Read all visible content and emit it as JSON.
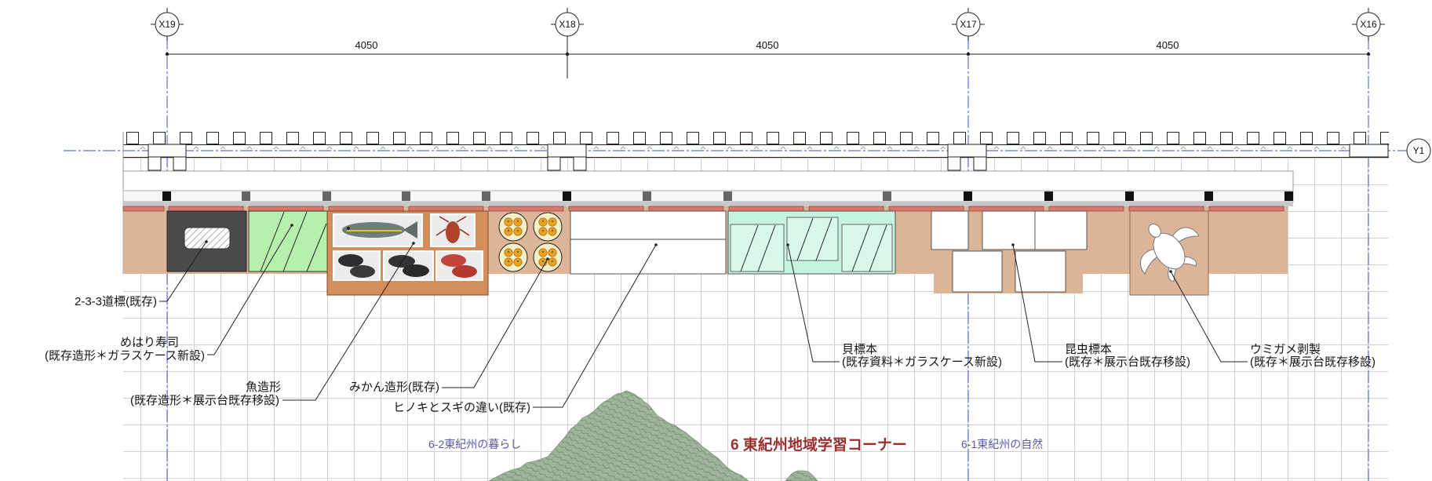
{
  "drawing": {
    "grid_axes": {
      "x19": "X19",
      "x18": "X18",
      "x17": "X17",
      "x16": "X16",
      "y1": "Y1"
    },
    "dimensions": [
      "4050",
      "4050",
      "4050"
    ]
  },
  "annotations": [
    {
      "title": "2-3-3道標(既存)"
    },
    {
      "title": "めはり寿司",
      "detail": "(既存造形＊ガラスケース新設)"
    },
    {
      "title": "魚造形",
      "detail": "(既存造形＊展示台既存移設)"
    },
    {
      "title": "みかん造形(既存)"
    },
    {
      "title": "ヒノキとスギの違い(既存)"
    },
    {
      "title": "貝標本",
      "detail": "(既存資料＊ガラスケース新設)"
    },
    {
      "title": "昆虫標本",
      "detail": "(既存＊展示台既存移設)"
    },
    {
      "title": "ウミガメ剥製",
      "detail": "(既存＊展示台既存移設)"
    }
  ],
  "zones": {
    "sub_left": "6-2東紀州の暮らし",
    "main": "6 東紀州地域学習コーナー",
    "sub_right": "6-1東紀州の自然"
  },
  "exhibit_icons": [
    "signpost-icon",
    "sushi-case-icon",
    "fish-display-icon",
    "mikan-icon",
    "cypress-cedar-panel-icon",
    "shell-case-icon",
    "insect-box-icon",
    "sea-turtle-icon",
    "terrain-map-icon"
  ],
  "colors": {
    "axis_line": "#5f73d6",
    "zone_sub": "#5b5aa6",
    "zone_main": "#9b2f2f",
    "exhibit_band": "#dcb497",
    "glass_green": "#b7efad",
    "glass_mint": "#c6f3df",
    "fish_display": "#d48e5c",
    "rail_strip": "#d9786a",
    "terrain": "#9db39a"
  }
}
